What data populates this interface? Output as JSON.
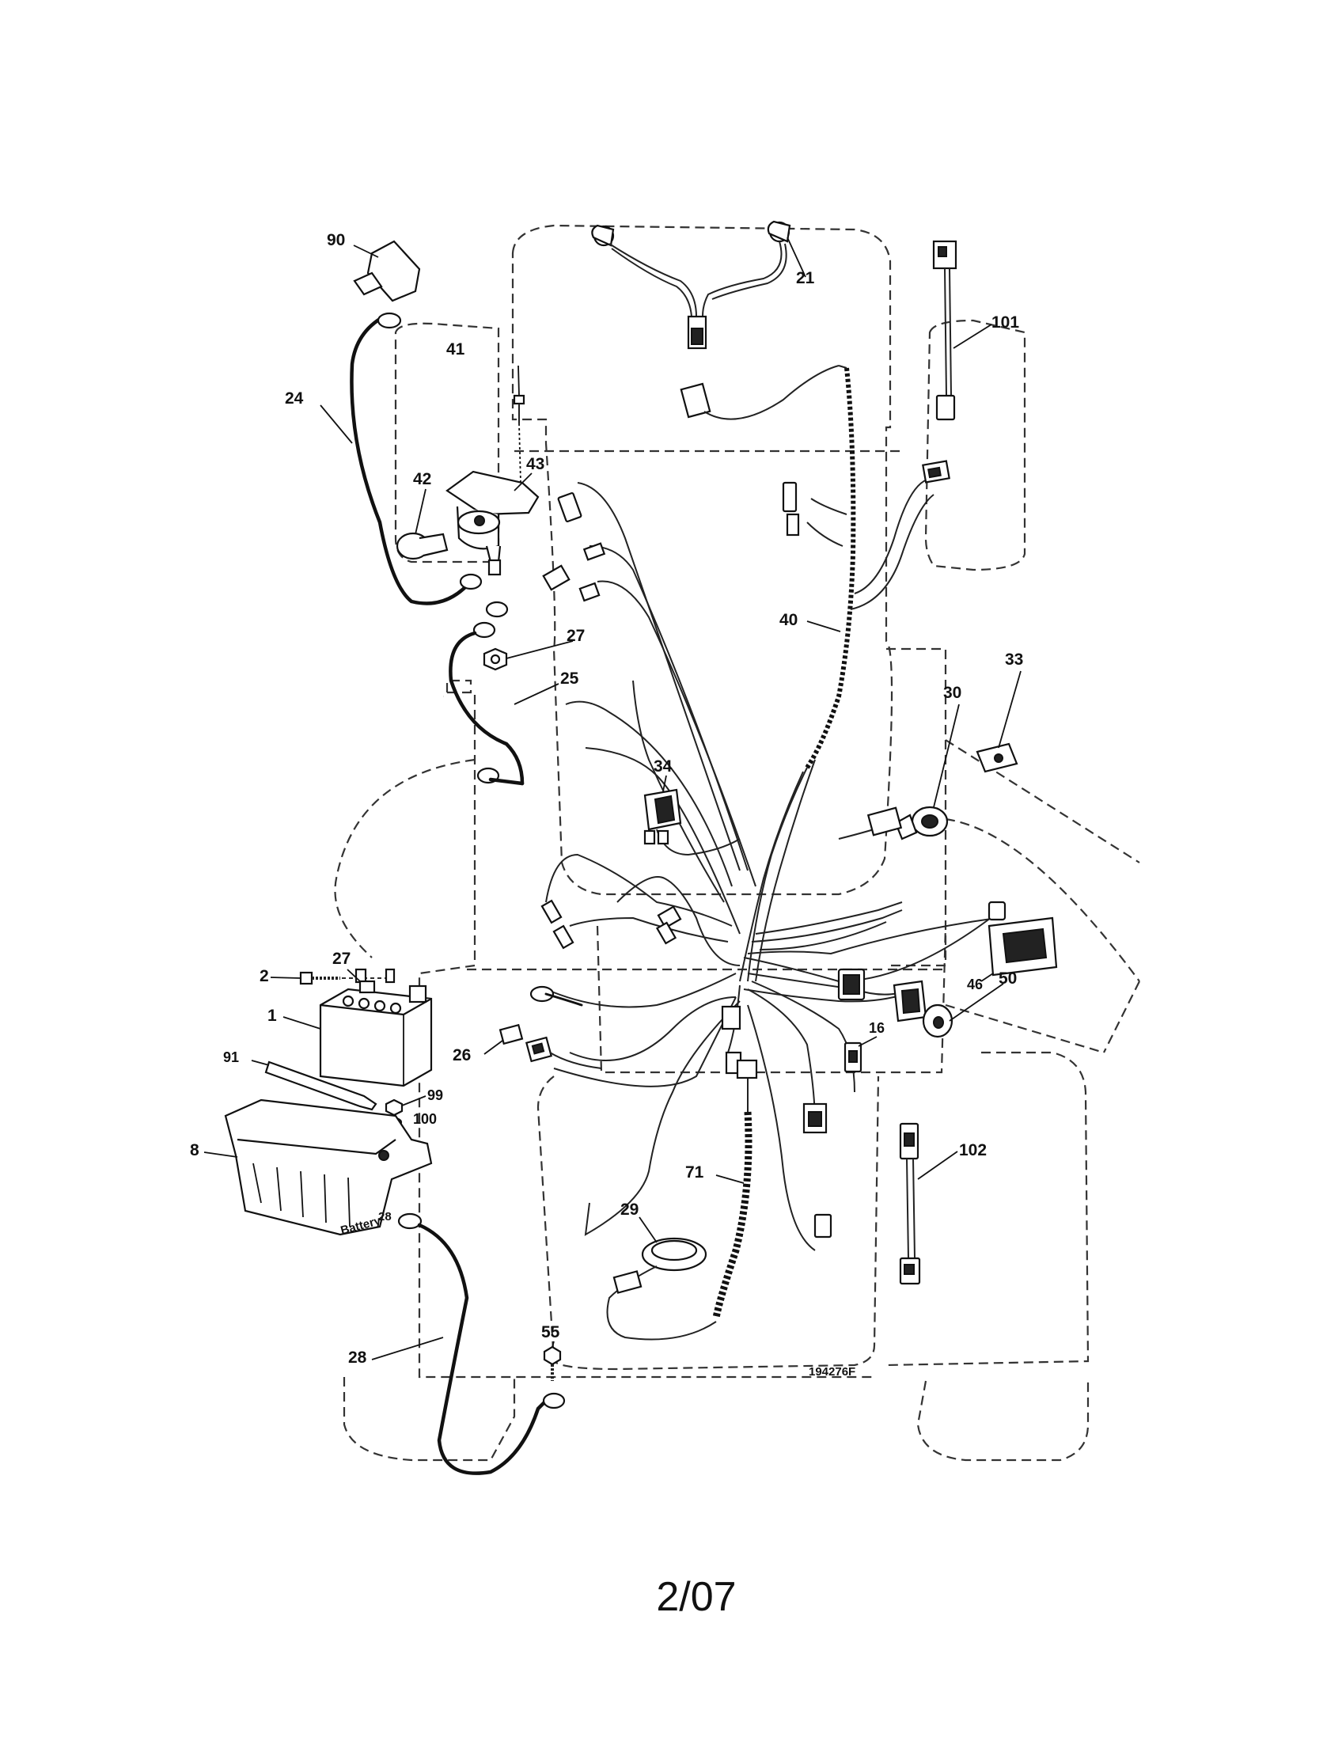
{
  "diagram": {
    "drawing_number": "194276F",
    "page_number": "2/07",
    "battery_label": "Battery",
    "battery_label_number": "28",
    "callouts": {
      "c90": "90",
      "c21": "21",
      "c101": "101",
      "c41": "41",
      "c24": "24",
      "c42": "42",
      "c43": "43",
      "c40": "40",
      "c27a": "27",
      "c25": "25",
      "c33": "33",
      "c30": "30",
      "c34": "34",
      "c2": "2",
      "c27b": "27",
      "c1": "1",
      "c46": "46",
      "c50": "50",
      "c16": "16",
      "c26": "26",
      "c91": "91",
      "c99": "99",
      "c100": "100",
      "c8": "8",
      "c102": "102",
      "c71": "71",
      "c29": "29",
      "c55": "55",
      "c28": "28"
    }
  }
}
